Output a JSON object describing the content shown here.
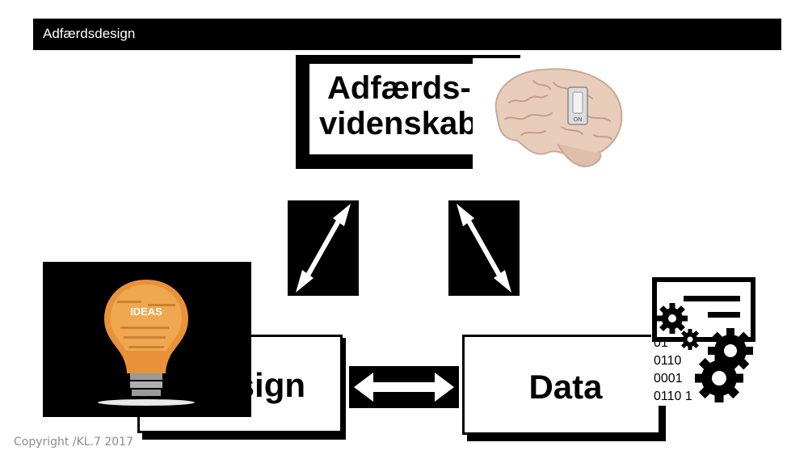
{
  "header": {
    "title": "Adfærdsdesign"
  },
  "nodes": {
    "science": {
      "line1": "Adfærds-",
      "line2": "videnskab"
    },
    "design": {
      "label": "Design"
    },
    "data": {
      "label": "Data"
    }
  },
  "data_icon": {
    "binary": [
      "01",
      "0110",
      "0001",
      "0110 1"
    ]
  },
  "lightbulb": {
    "word": "IDEAS"
  },
  "brain": {
    "switch_text": "ON"
  },
  "footer": {
    "copyright": "Copyright /KL.7 2017"
  },
  "colors": {
    "header_bg": "#000000",
    "header_text": "#ffffff",
    "bulb_orange": "#e8923a",
    "brain": "#e8cdbb"
  }
}
